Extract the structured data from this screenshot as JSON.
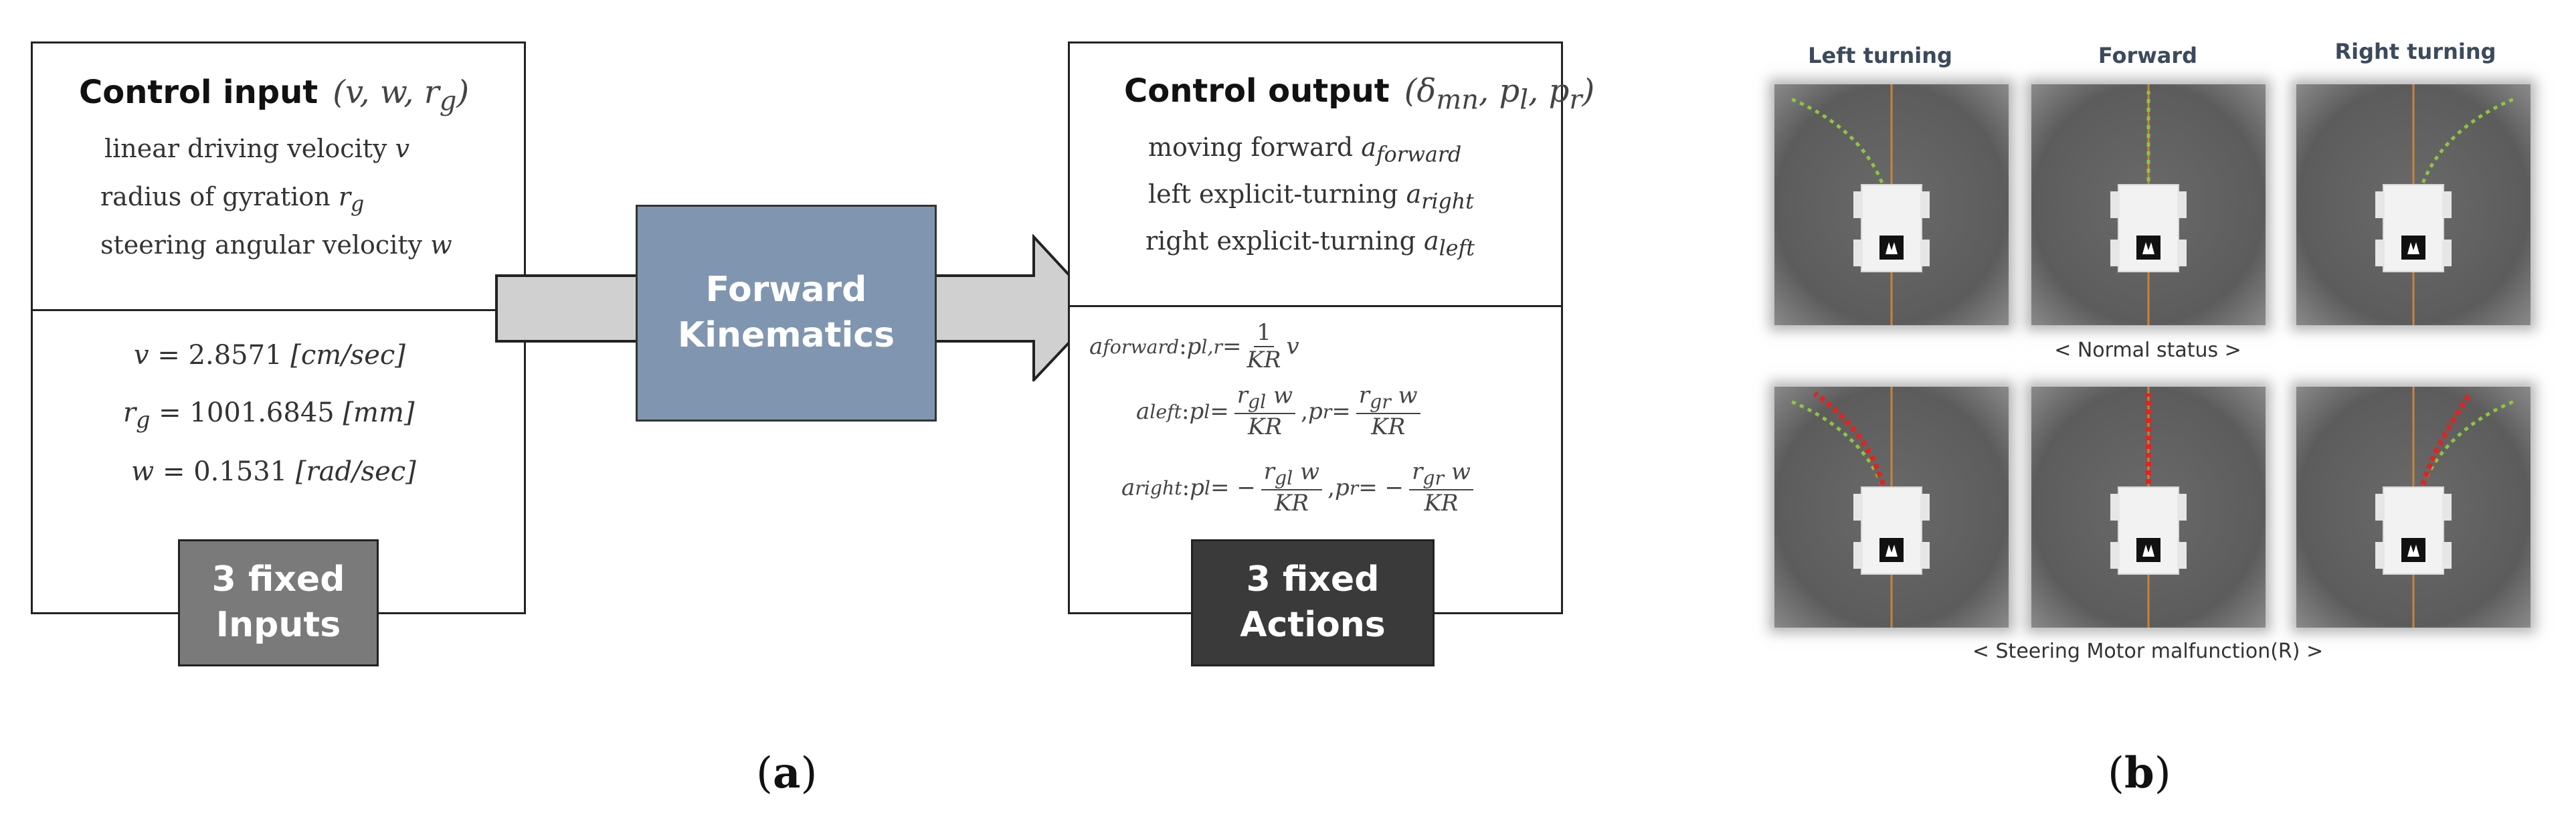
{
  "panel_a": {
    "input": {
      "title": "Control input",
      "tuple": "(v, w, r",
      "tuple_sub": "g",
      "tuple_end": ")",
      "lines": [
        {
          "text": "linear driving velocity ",
          "sym": "v",
          "sub": ""
        },
        {
          "text": "radius of gyration ",
          "sym": "r",
          "sub": "g"
        },
        {
          "text": "steering angular velocity ",
          "sym": "w",
          "sub": ""
        }
      ],
      "values": [
        {
          "sym": "v",
          "sub": "",
          "eq": " = ",
          "num": "2.8571",
          "unit": " [cm/sec]"
        },
        {
          "sym": "r",
          "sub": "g",
          "eq": " = ",
          "num": "1001.6845",
          "unit": " [mm]"
        },
        {
          "sym": "w",
          "sub": "",
          "eq": " = ",
          "num": "0.1531",
          "unit": " [rad/sec]"
        }
      ],
      "badge_line1": "3 fixed",
      "badge_line2": "Inputs"
    },
    "center": {
      "line1": "Forward",
      "line2": "Kinematics"
    },
    "output": {
      "title": "Control output",
      "tuple": "(δ",
      "tuple_sub1": "mn",
      "tuple_mid": ", p",
      "tuple_sub2": "l",
      "tuple_mid2": ", p",
      "tuple_sub3": "r",
      "tuple_end": ")",
      "lines": [
        {
          "text": "moving forward ",
          "sym": "a",
          "sub": "forward"
        },
        {
          "text": "left explicit-turning ",
          "sym": "a",
          "sub": "right"
        },
        {
          "text": "right explicit-turning ",
          "sym": "a",
          "sub": "left"
        }
      ],
      "eq_forward": {
        "lhs": "a",
        "lhs_sub": "forward",
        "colon": " :  ",
        "p": "p",
        "p_sub": "l,r",
        "eq": " = ",
        "num": "1",
        "den": "KR",
        "tail": " v"
      },
      "eq_left": {
        "lhs": "a",
        "lhs_sub": "left",
        "colon": " :  ",
        "p1": "p",
        "p1_sub": "l",
        "eq1": " = ",
        "num1": "r",
        "num1_sub": "gl",
        "num1_tail": " w",
        "den1": "KR",
        "sep": ",  ",
        "p2": "p",
        "p2_sub": "r",
        "eq2": " = ",
        "num2": "r",
        "num2_sub": "gr",
        "num2_tail": " w",
        "den2": "KR"
      },
      "eq_right": {
        "lhs": "a",
        "lhs_sub": "right",
        "colon": " :  ",
        "p1": "p",
        "p1_sub": "l",
        "eq1": " = −",
        "num1": "r",
        "num1_sub": "gl",
        "num1_tail": " w",
        "den1": "KR",
        "sep": ",  ",
        "p2": "p",
        "p2_sub": "r",
        "eq2": " = −",
        "num2": "r",
        "num2_sub": "gr",
        "num2_tail": " w",
        "den2": "KR"
      },
      "badge_line1": "3 fixed",
      "badge_line2": "Actions"
    },
    "caption": "a"
  },
  "panel_b": {
    "col_titles": [
      "Left turning",
      "Forward",
      "Right turning"
    ],
    "normal_caption": "< Normal status >",
    "malfunction_caption": "< Steering Motor malfunction(R) >",
    "caption": "b",
    "colors": {
      "green_path": "#8dc63f",
      "red_path": "#e0241f",
      "centerline": "#c8843a"
    }
  }
}
